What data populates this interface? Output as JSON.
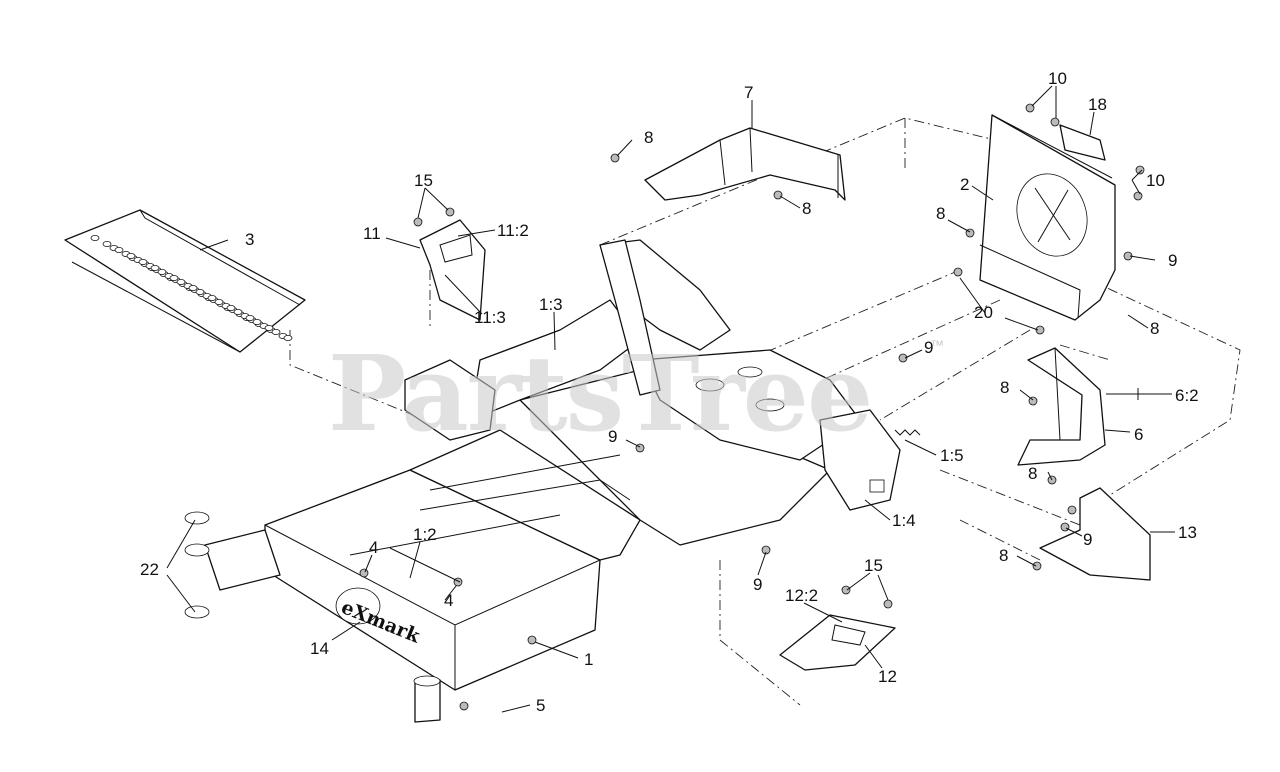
{
  "watermark": {
    "text": "PartsTree",
    "trademark": "™"
  },
  "brand_logo": "eXmark",
  "callouts": [
    {
      "id": "c-7",
      "text": "7"
    },
    {
      "id": "c-10a",
      "text": "10"
    },
    {
      "id": "c-18",
      "text": "18"
    },
    {
      "id": "c-8a",
      "text": "8"
    },
    {
      "id": "c-10b",
      "text": "10"
    },
    {
      "id": "c-2",
      "text": "2"
    },
    {
      "id": "c-15a",
      "text": "15"
    },
    {
      "id": "c-8b",
      "text": "8"
    },
    {
      "id": "c-8c",
      "text": "8"
    },
    {
      "id": "c-11",
      "text": "11"
    },
    {
      "id": "c-11-2",
      "text": "11:2"
    },
    {
      "id": "c-3",
      "text": "3"
    },
    {
      "id": "c-9a",
      "text": "9"
    },
    {
      "id": "c-1-3",
      "text": "1:3"
    },
    {
      "id": "c-11-3",
      "text": "11:3"
    },
    {
      "id": "c-20",
      "text": "20"
    },
    {
      "id": "c-8d",
      "text": "8"
    },
    {
      "id": "c-9b",
      "text": "9"
    },
    {
      "id": "c-8e",
      "text": "8"
    },
    {
      "id": "c-6-2",
      "text": "6:2"
    },
    {
      "id": "c-6",
      "text": "6"
    },
    {
      "id": "c-9c",
      "text": "9"
    },
    {
      "id": "c-1-5",
      "text": "1:5"
    },
    {
      "id": "c-8f",
      "text": "8"
    },
    {
      "id": "c-1-4",
      "text": "1:4"
    },
    {
      "id": "c-13",
      "text": "13"
    },
    {
      "id": "c-9d",
      "text": "9"
    },
    {
      "id": "c-1-2",
      "text": "1:2"
    },
    {
      "id": "c-4a",
      "text": "4"
    },
    {
      "id": "c-22",
      "text": "22"
    },
    {
      "id": "c-8g",
      "text": "8"
    },
    {
      "id": "c-15b",
      "text": "15"
    },
    {
      "id": "c-9e",
      "text": "9"
    },
    {
      "id": "c-4b",
      "text": "4"
    },
    {
      "id": "c-12-2",
      "text": "12:2"
    },
    {
      "id": "c-14",
      "text": "14"
    },
    {
      "id": "c-1",
      "text": "1"
    },
    {
      "id": "c-12",
      "text": "12"
    },
    {
      "id": "c-5",
      "text": "5"
    }
  ]
}
